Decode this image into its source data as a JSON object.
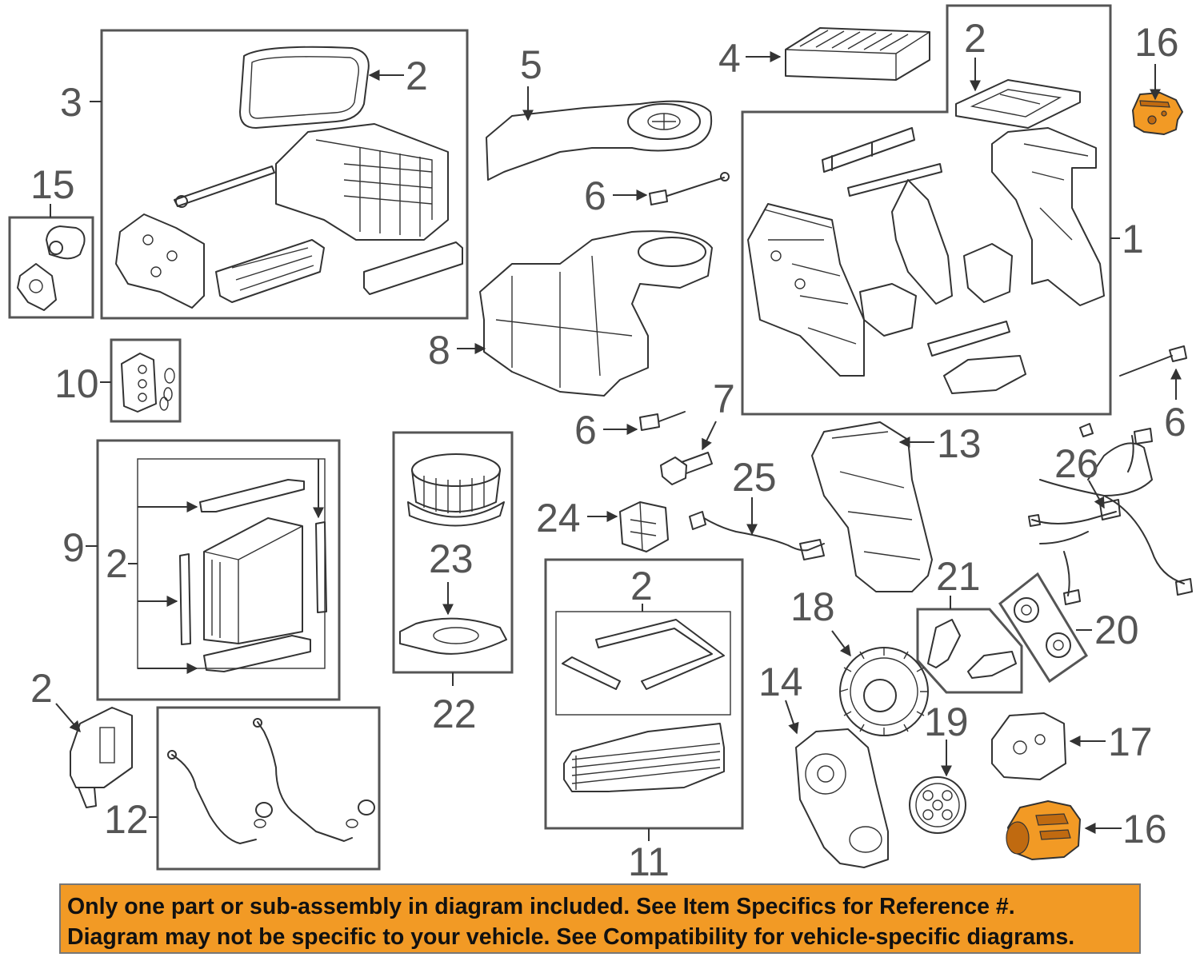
{
  "colors": {
    "highlight": "#f29a25",
    "notice_bg": "#f29a25",
    "line": "#333333",
    "callout_text": "#555555"
  },
  "callouts": {
    "c1": "1",
    "c2_a": "2",
    "c2_b": "2",
    "c2_c": "2",
    "c2_d": "2",
    "c2_e": "2",
    "c3": "3",
    "c4": "4",
    "c5": "5",
    "c6_a": "6",
    "c6_b": "6",
    "c6_c": "6",
    "c7": "7",
    "c8": "8",
    "c9": "9",
    "c10": "10",
    "c11": "11",
    "c12": "12",
    "c13": "13",
    "c14": "14",
    "c15": "15",
    "c16_a": "16",
    "c16_b": "16",
    "c17": "17",
    "c18": "18",
    "c19": "19",
    "c20": "20",
    "c21": "21",
    "c22": "22",
    "c23": "23",
    "c24": "24",
    "c25": "25",
    "c26": "26"
  },
  "highlighted_part": "16",
  "notice": {
    "line1": "Only one part or sub-assembly in diagram included. See Item Specifics for Reference #.",
    "line2": "Diagram may not be specific to your vehicle. See Compatibility for vehicle-specific diagrams."
  }
}
